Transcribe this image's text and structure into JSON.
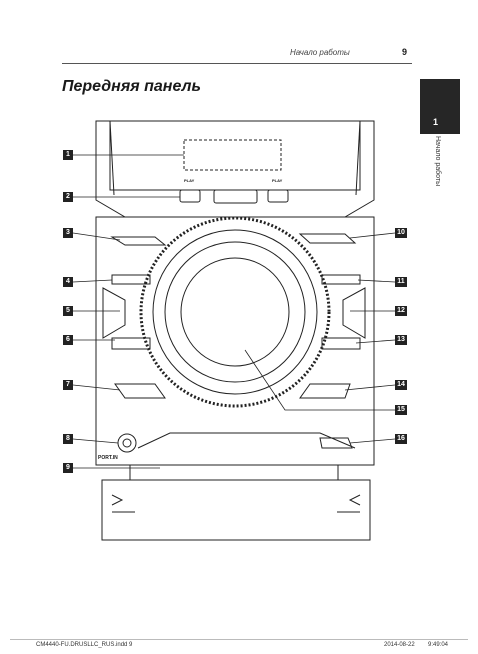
{
  "header": {
    "section": "Начало работы",
    "page_number": "9"
  },
  "title": "Передняя панель",
  "side_tab": {
    "number": "1",
    "label": "Начало работы"
  },
  "callouts": {
    "left": [
      "1",
      "2",
      "3",
      "4",
      "5",
      "6",
      "7",
      "8",
      "9"
    ],
    "right": [
      "10",
      "11",
      "12",
      "13",
      "14",
      "15",
      "16"
    ]
  },
  "device_labels": {
    "port_in": "PORT.IN",
    "play": "PLAY"
  },
  "footer": {
    "file": "CM4440-FU.DRUSLLC_RUS.indd   9",
    "date": "2014-08-22",
    "time": "9:49:04"
  }
}
